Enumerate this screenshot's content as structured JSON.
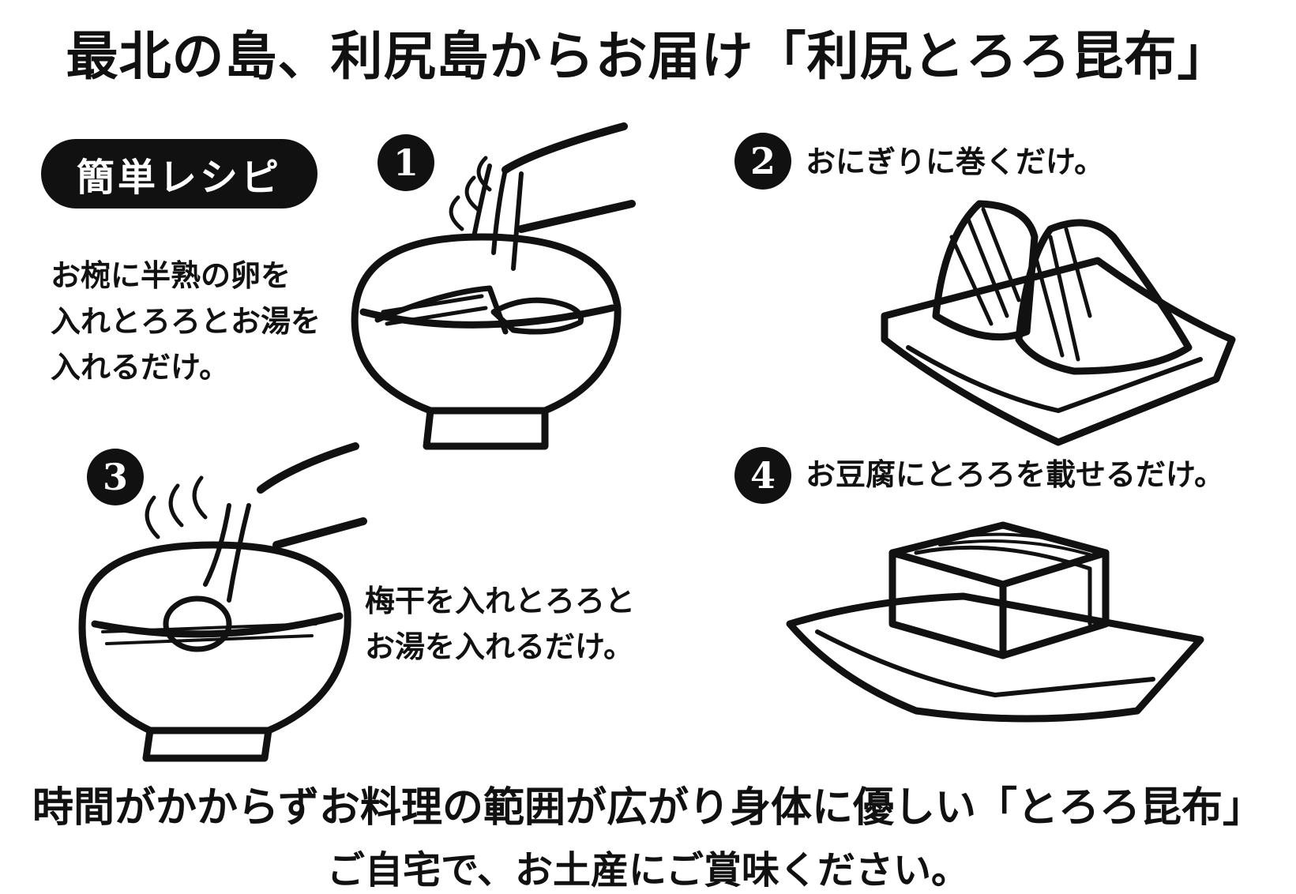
{
  "title": "最北の島、利尻島からお届け「利尻とろろ昆布」",
  "recipe_badge": "簡単レシピ",
  "steps": [
    {
      "number": "1",
      "text": "お椀に半熟の卵を\n入れとろろとお湯を\n入れるだけ。"
    },
    {
      "number": "2",
      "text": "おにぎりに巻くだけ。"
    },
    {
      "number": "3",
      "text": "梅干を入れとろろと\nお湯を入れるだけ。"
    },
    {
      "number": "4",
      "text": "お豆腐にとろろを載せるだけ。"
    }
  ],
  "footer": {
    "line1": "時間がかからずお料理の範囲が広がり身体に優しい「とろろ昆布」",
    "line2": "ご自宅で、お土産にご賞味ください。"
  }
}
